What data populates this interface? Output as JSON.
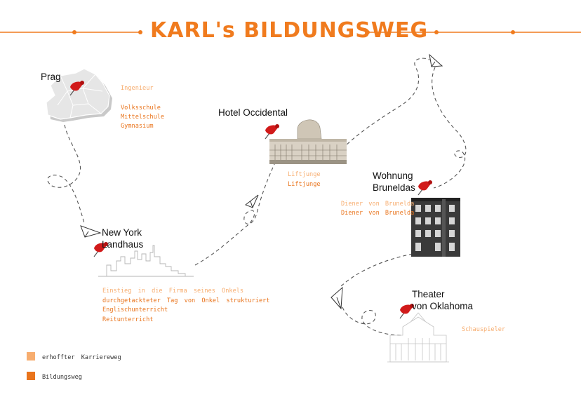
{
  "title": "KARL's BILDUNGSWEG",
  "colors": {
    "accent": "#f07b1e",
    "hoped_for": "#f7ad6f",
    "actual": "#e9741c",
    "pin": "#d11a1a"
  },
  "stations": {
    "prag": {
      "name": "Prag",
      "hoped": "Ingenieur",
      "actual": [
        "Volksschule",
        "Mittelschule",
        "Gymnasium"
      ]
    },
    "new_york": {
      "name_line1": "New York",
      "name_line2": "Landhaus",
      "hoped": "Einstieg in die Firma seines Onkels",
      "actual": [
        "durchgetackteter Tag von Onkel strukturiert",
        "Englischunterricht",
        "Reitunterricht"
      ]
    },
    "hotel": {
      "name": "Hotel Occidental",
      "hoped": "Liftjunge",
      "actual": "Liftjunge"
    },
    "brunelda": {
      "name_line1": "Wohnung",
      "name_line2": "Bruneldas",
      "hoped": "Diener von Brunelda",
      "actual": "Diener von Brunelda"
    },
    "theater": {
      "name_line1": "Theater",
      "name_line2": "von Oklahoma",
      "hoped": "Schauspieler"
    }
  },
  "legend": [
    {
      "label": "erhoffter Karriereweg",
      "color": "#f7ad6f"
    },
    {
      "label": "Bildungsweg",
      "color": "#e9741c"
    }
  ],
  "icons": [
    "pushpin-icon",
    "paper-plane-icon",
    "prague-map-icon",
    "skyline-icon",
    "hotel-building-icon",
    "apartment-building-icon",
    "theater-building-icon"
  ]
}
